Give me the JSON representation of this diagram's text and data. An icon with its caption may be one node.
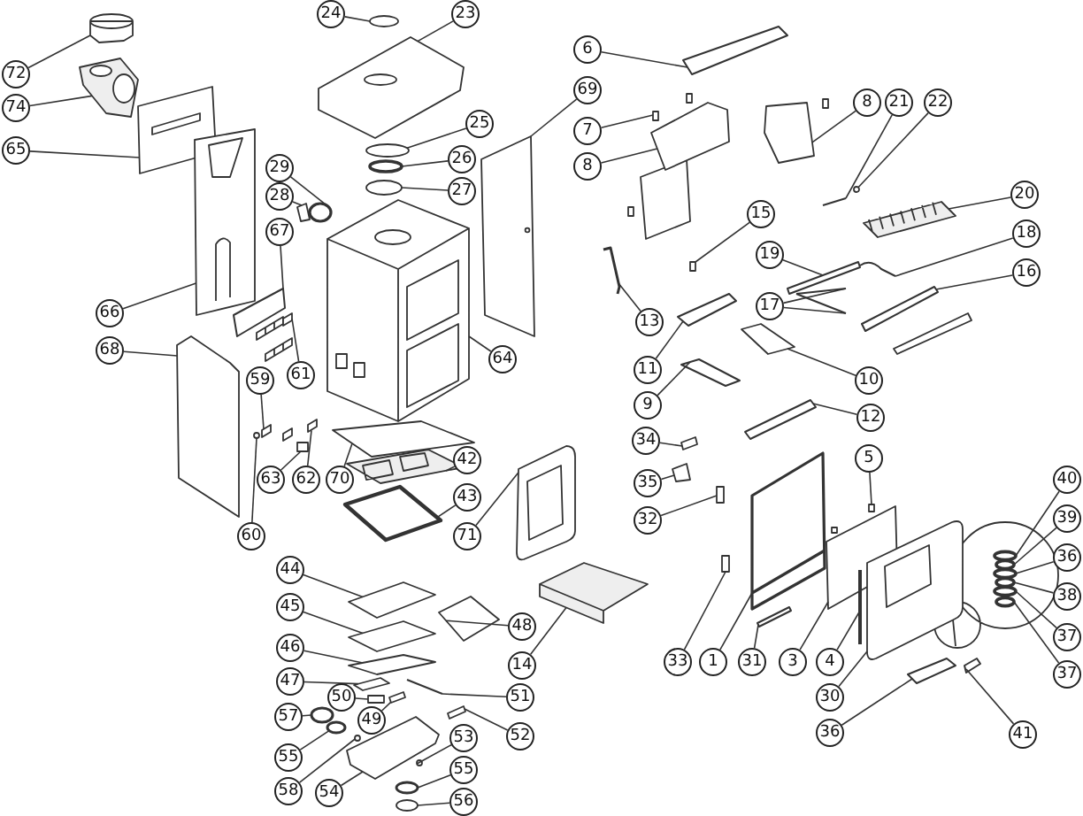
{
  "diagram": {
    "nodes": [
      {
        "text": [
          "72"
        ]
      },
      {
        "text": [
          "74"
        ]
      },
      {
        "text": [
          "65"
        ]
      },
      {
        "text": [
          "24"
        ]
      },
      {
        "text": [
          "23"
        ]
      },
      {
        "text": [
          "25"
        ]
      },
      {
        "text": [
          "26"
        ]
      },
      {
        "text": [
          "27"
        ]
      },
      {
        "text": [
          "29"
        ]
      },
      {
        "text": [
          "28"
        ]
      },
      {
        "text": [
          "67"
        ]
      },
      {
        "text": [
          "66"
        ]
      },
      {
        "text": [
          "68"
        ]
      },
      {
        "text": [
          "64"
        ]
      },
      {
        "text": [
          "61"
        ]
      },
      {
        "text": [
          "59"
        ]
      },
      {
        "text": [
          "6"
        ]
      },
      {
        "text": [
          "69"
        ]
      },
      {
        "text": [
          "7"
        ]
      },
      {
        "text": [
          "8"
        ]
      },
      {
        "text": [
          "8"
        ]
      },
      {
        "text": [
          "21"
        ]
      },
      {
        "text": [
          "22"
        ]
      },
      {
        "text": [
          "20"
        ]
      },
      {
        "text": [
          "15"
        ]
      },
      {
        "text": [
          "18"
        ]
      },
      {
        "text": [
          "19"
        ]
      },
      {
        "text": [
          "16"
        ]
      },
      {
        "text": [
          "17"
        ]
      },
      {
        "text": [
          "13"
        ]
      },
      {
        "text": [
          "11"
        ]
      },
      {
        "text": [
          "10"
        ]
      },
      {
        "text": [
          "9"
        ]
      },
      {
        "text": [
          "12"
        ]
      },
      {
        "text": [
          "34"
        ]
      },
      {
        "text": [
          "35"
        ]
      },
      {
        "text": [
          "32"
        ]
      },
      {
        "text": [
          "5"
        ]
      },
      {
        "text": [
          "40"
        ]
      },
      {
        "text": [
          "39"
        ]
      },
      {
        "text": [
          "36"
        ]
      },
      {
        "text": [
          "38"
        ]
      },
      {
        "text": [
          "37"
        ]
      },
      {
        "text": [
          "37"
        ]
      },
      {
        "text": [
          "33"
        ]
      },
      {
        "text": [
          "1"
        ]
      },
      {
        "text": [
          "31"
        ]
      },
      {
        "text": [
          "3"
        ]
      },
      {
        "text": [
          "4"
        ]
      },
      {
        "text": [
          "30"
        ]
      },
      {
        "text": [
          "36"
        ]
      },
      {
        "text": [
          "41"
        ]
      },
      {
        "text": [
          "60"
        ]
      },
      {
        "text": [
          "63"
        ]
      },
      {
        "text": [
          "62"
        ]
      },
      {
        "text": [
          "70"
        ]
      },
      {
        "text": [
          "42"
        ]
      },
      {
        "text": [
          "43"
        ]
      },
      {
        "text": [
          "71"
        ]
      },
      {
        "text": [
          "44"
        ]
      },
      {
        "text": [
          "45"
        ]
      },
      {
        "text": [
          "46"
        ]
      },
      {
        "text": [
          "47"
        ]
      },
      {
        "text": [
          "48"
        ]
      },
      {
        "text": [
          "14"
        ]
      },
      {
        "text": [
          "50"
        ]
      },
      {
        "text": [
          "51"
        ]
      },
      {
        "text": [
          "57"
        ]
      },
      {
        "text": [
          "49"
        ]
      },
      {
        "text": [
          "52"
        ]
      },
      {
        "text": [
          "53"
        ]
      },
      {
        "text": [
          "55"
        ]
      },
      {
        "text": [
          "58"
        ]
      },
      {
        "text": [
          "54"
        ]
      },
      {
        "text": [
          "55"
        ]
      },
      {
        "text": [
          "56"
        ]
      },
      {
        "text": [],
        "shape": "cylinder"
      },
      {
        "text": [],
        "shape": "picture"
      },
      {
        "text": [],
        "shape": "box"
      },
      {
        "text": [],
        "shape": "circle"
      },
      {
        "text": [],
        "shape": "box"
      },
      {
        "text": [],
        "shape": "circle"
      },
      {
        "text": [],
        "shape": "circle"
      },
      {
        "text": [],
        "shape": "circle"
      },
      {
        "text": [],
        "shape": "circle"
      },
      {
        "text": [],
        "shape": "box"
      },
      {
        "text": [],
        "shape": "bar"
      },
      {
        "text": [],
        "shape": "box"
      },
      {
        "text": [],
        "shape": "box"
      },
      {
        "text": [],
        "shape": "box"
      },
      {
        "text": [],
        "shape": "box"
      },
      {
        "text": [],
        "shape": "box"
      },
      {
        "text": [],
        "shape": "bar"
      },
      {
        "text": [],
        "shape": "box"
      },
      {
        "text": [],
        "shape": "box"
      },
      {
        "text": [],
        "shape": "box"
      },
      {
        "text": [],
        "shape": "box"
      },
      {
        "text": [],
        "shape": "bar"
      },
      {
        "text": [],
        "shape": "circle"
      },
      {
        "text": [],
        "shape": "picture"
      },
      {
        "text": [],
        "shape": "box"
      },
      {
        "text": [],
        "shape": "bar"
      },
      {
        "text": [],
        "shape": "bar"
      },
      {
        "text": [],
        "shape": "bar"
      },
      {
        "text": [],
        "shape": "bar"
      },
      {
        "text": [],
        "shape": "bar"
      },
      {
        "text": [],
        "shape": "bar"
      },
      {
        "text": [],
        "shape": "bar"
      },
      {
        "text": [],
        "shape": "box"
      },
      {
        "text": [],
        "shape": "bar"
      },
      {
        "text": [],
        "shape": "bar"
      },
      {
        "text": [],
        "shape": "box"
      },
      {
        "text": [],
        "shape": "box"
      },
      {
        "text": [],
        "shape": "box"
      },
      {
        "text": [],
        "shape": "box"
      },
      {
        "text": [],
        "shape": "circle"
      },
      {
        "text": [],
        "shape": "circle"
      },
      {
        "text": [],
        "shape": "circle"
      },
      {
        "text": [],
        "shape": "circle"
      },
      {
        "text": [],
        "shape": "circle"
      },
      {
        "text": [],
        "shape": "circle"
      },
      {
        "text": [],
        "shape": "box"
      },
      {
        "text": [],
        "shape": "box"
      },
      {
        "text": [],
        "shape": "bar"
      },
      {
        "text": [],
        "shape": "box"
      },
      {
        "text": [],
        "shape": "bar"
      },
      {
        "text": [],
        "shape": "box"
      },
      {
        "text": [],
        "shape": "bar"
      },
      {
        "text": [],
        "shape": "bar"
      },
      {
        "text": [],
        "shape": "circle"
      },
      {
        "text": [],
        "shape": "box"
      },
      {
        "text": [],
        "shape": "box"
      },
      {
        "text": [],
        "shape": "box"
      },
      {
        "text": [],
        "shape": "picture"
      },
      {
        "text": [],
        "shape": "box"
      },
      {
        "text": [],
        "shape": "box"
      },
      {
        "text": [],
        "shape": "box"
      },
      {
        "text": [],
        "shape": "box"
      },
      {
        "text": [],
        "shape": "box"
      },
      {
        "text": [],
        "shape": "box"
      },
      {
        "text": [],
        "shape": "box"
      },
      {
        "text": [],
        "shape": "picture"
      },
      {
        "text": [],
        "shape": "box"
      },
      {
        "text": [],
        "shape": "bar"
      },
      {
        "text": [],
        "shape": "circle"
      },
      {
        "text": [],
        "shape": "box"
      },
      {
        "text": [],
        "shape": "box"
      },
      {
        "text": [],
        "shape": "circle"
      },
      {
        "text": [],
        "shape": "circle"
      },
      {
        "text": [],
        "shape": "circle"
      },
      {
        "text": [],
        "shape": "box"
      },
      {
        "text": [],
        "shape": "circle"
      },
      {
        "text": [],
        "shape": "circle"
      }
    ],
    "edges": [
      {
        "from": 0,
        "to": 76,
        "arrow": "none"
      },
      {
        "from": 1,
        "to": 77,
        "arrow": "none"
      },
      {
        "from": 2,
        "to": 78,
        "arrow": "none"
      },
      {
        "from": 3,
        "to": 79,
        "arrow": "none"
      },
      {
        "from": 4,
        "to": 80,
        "arrow": "none"
      },
      {
        "from": 5,
        "to": 81,
        "arrow": "none"
      },
      {
        "from": 6,
        "to": 82,
        "arrow": "none"
      },
      {
        "from": 7,
        "to": 83,
        "arrow": "none"
      },
      {
        "from": 8,
        "to": 84,
        "arrow": "none"
      },
      {
        "from": 9,
        "to": 85,
        "arrow": "none"
      },
      {
        "from": 10,
        "to": 86,
        "arrow": "none"
      },
      {
        "from": 11,
        "to": 87,
        "arrow": "none"
      },
      {
        "from": 12,
        "to": 88,
        "arrow": "none"
      },
      {
        "from": 13,
        "to": 89,
        "arrow": "none"
      },
      {
        "from": 14,
        "to": 90,
        "arrow": "none"
      },
      {
        "from": 15,
        "to": 91,
        "arrow": "none"
      },
      {
        "from": 16,
        "to": 92,
        "arrow": "none"
      },
      {
        "from": 17,
        "to": 93,
        "arrow": "none"
      },
      {
        "from": 18,
        "to": 94,
        "arrow": "none"
      },
      {
        "from": 19,
        "to": 95,
        "arrow": "none"
      },
      {
        "from": 20,
        "to": 96,
        "arrow": "none"
      },
      {
        "from": 21,
        "to": 97,
        "arrow": "none"
      },
      {
        "from": 22,
        "to": 98,
        "arrow": "none"
      },
      {
        "from": 23,
        "to": 99,
        "arrow": "none"
      },
      {
        "from": 24,
        "to": 100,
        "arrow": "none"
      },
      {
        "from": 25,
        "to": 101,
        "arrow": "none"
      },
      {
        "from": 26,
        "to": 102,
        "arrow": "none"
      },
      {
        "from": 27,
        "to": 103,
        "arrow": "none"
      },
      {
        "from": 28,
        "to": 104,
        "arrow": "none"
      },
      {
        "from": 28,
        "to": 105,
        "arrow": "none"
      },
      {
        "from": 29,
        "to": 106,
        "arrow": "none"
      },
      {
        "from": 30,
        "to": 107,
        "arrow": "none"
      },
      {
        "from": 31,
        "to": 108,
        "arrow": "none"
      },
      {
        "from": 32,
        "to": 109,
        "arrow": "none"
      },
      {
        "from": 33,
        "to": 110,
        "arrow": "none"
      },
      {
        "from": 34,
        "to": 111,
        "arrow": "none"
      },
      {
        "from": 35,
        "to": 112,
        "arrow": "none"
      },
      {
        "from": 36,
        "to": 113,
        "arrow": "none"
      },
      {
        "from": 37,
        "to": 114,
        "arrow": "none"
      },
      {
        "from": 38,
        "to": 115,
        "arrow": "none"
      },
      {
        "from": 39,
        "to": 116,
        "arrow": "none"
      },
      {
        "from": 40,
        "to": 117,
        "arrow": "none"
      },
      {
        "from": 41,
        "to": 118,
        "arrow": "none"
      },
      {
        "from": 42,
        "to": 119,
        "arrow": "none"
      },
      {
        "from": 43,
        "to": 120,
        "arrow": "none"
      },
      {
        "from": 44,
        "to": 121,
        "arrow": "none"
      },
      {
        "from": 45,
        "to": 122,
        "arrow": "none"
      },
      {
        "from": 46,
        "to": 123,
        "arrow": "none"
      },
      {
        "from": 47,
        "to": 124,
        "arrow": "none"
      },
      {
        "from": 48,
        "to": 125,
        "arrow": "none"
      },
      {
        "from": 49,
        "to": 126,
        "arrow": "none"
      },
      {
        "from": 50,
        "to": 127,
        "arrow": "none"
      },
      {
        "from": 51,
        "to": 128,
        "arrow": "none"
      },
      {
        "from": 52,
        "to": 129,
        "arrow": "none"
      },
      {
        "from": 53,
        "to": 130,
        "arrow": "none"
      },
      {
        "from": 54,
        "to": 131,
        "arrow": "none"
      },
      {
        "from": 55,
        "to": 132,
        "arrow": "none"
      },
      {
        "from": 56,
        "to": 133,
        "arrow": "none"
      },
      {
        "from": 57,
        "to": 134,
        "arrow": "none"
      },
      {
        "from": 58,
        "to": 135,
        "arrow": "none"
      },
      {
        "from": 59,
        "to": 136,
        "arrow": "none"
      },
      {
        "from": 60,
        "to": 137,
        "arrow": "none"
      },
      {
        "from": 61,
        "to": 138,
        "arrow": "none"
      },
      {
        "from": 62,
        "to": 139,
        "arrow": "none"
      },
      {
        "from": 63,
        "to": 140,
        "arrow": "none"
      },
      {
        "from": 64,
        "to": 141,
        "arrow": "none"
      },
      {
        "from": 65,
        "to": 142,
        "arrow": "none"
      },
      {
        "from": 66,
        "to": 143,
        "arrow": "none"
      },
      {
        "from": 67,
        "to": 144,
        "arrow": "none"
      },
      {
        "from": 68,
        "to": 145,
        "arrow": "none"
      },
      {
        "from": 69,
        "to": 146,
        "arrow": "none"
      },
      {
        "from": 70,
        "to": 147,
        "arrow": "none"
      },
      {
        "from": 71,
        "to": 148,
        "arrow": "none"
      },
      {
        "from": 72,
        "to": 149,
        "arrow": "none"
      },
      {
        "from": 73,
        "to": 150,
        "arrow": "none"
      },
      {
        "from": 74,
        "to": 151,
        "arrow": "none"
      },
      {
        "from": 75,
        "to": 152,
        "arrow": "none"
      }
    ]
  }
}
